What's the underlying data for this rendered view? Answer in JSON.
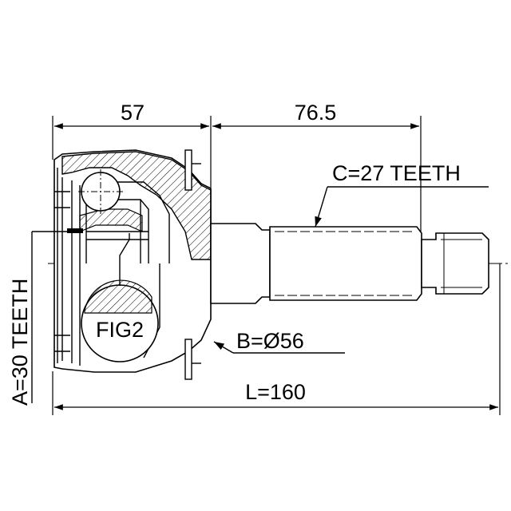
{
  "drawing": {
    "dimensions": {
      "top_left_length": "57",
      "top_right_length": "76.5",
      "overall_length": "L=160"
    },
    "callouts": {
      "spline_c": "C=27 TEETH",
      "diameter_b": "B=Ø56",
      "spline_a": "A=30 TEETH",
      "detail_ref": "FIG2"
    }
  }
}
